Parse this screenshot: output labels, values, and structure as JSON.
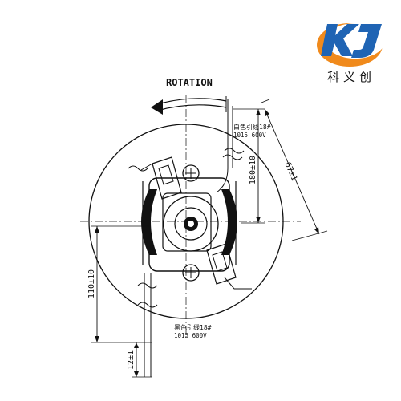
{
  "logo": {
    "brand_text": "科义创",
    "mark_letters": "KJ",
    "colors": {
      "blue": "#1f64b4",
      "orange": "#f08a1c"
    }
  },
  "drawing": {
    "rotation_label": "ROTATION",
    "white_lead": {
      "line1": "白色引线18#",
      "line2": "1015 600V"
    },
    "black_lead": {
      "line1": "黑色引线18#",
      "line2": "1015 600V"
    },
    "dimensions": {
      "dim_180": "180±10",
      "dim_67": "67±1",
      "dim_110": "110±10",
      "dim_12": "12±1"
    }
  }
}
